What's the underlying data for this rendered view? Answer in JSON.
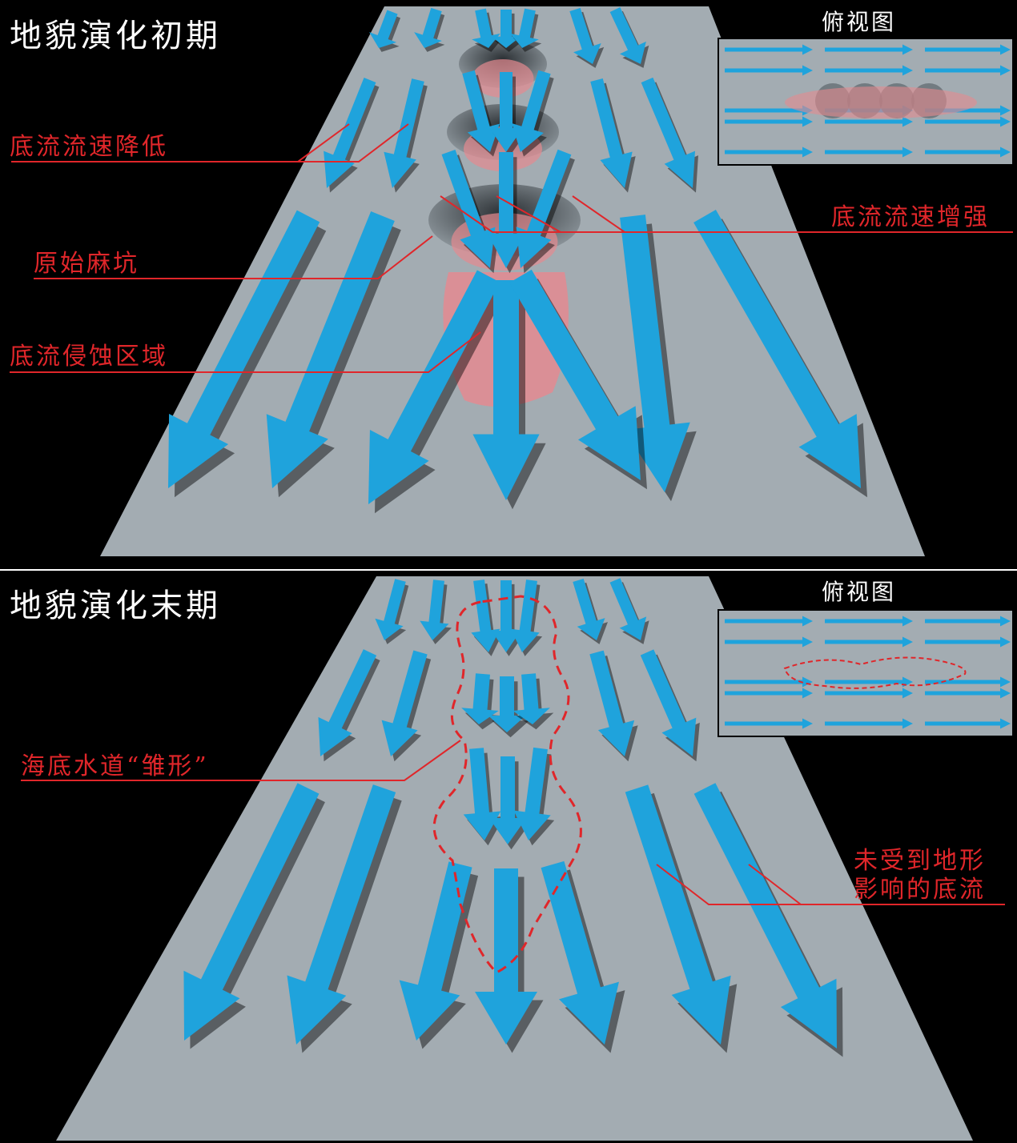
{
  "top_panel": {
    "title": "地貌演化初期",
    "inset_title": "俯视图",
    "labels": {
      "velocity_decrease": "底流流速降低",
      "velocity_increase": "底流流速增强",
      "original_pockmark": "原始麻坑",
      "erosion_zone": "底流侵蚀区域"
    }
  },
  "bottom_panel": {
    "title": "地貌演化末期",
    "inset_title": "俯视图",
    "labels": {
      "channel_embryo": "海底水道“雏形”",
      "unaffected_line1": "未受到地形",
      "unaffected_line2": "影响的底流"
    }
  },
  "colors": {
    "seabed": "#a3acb2",
    "arrow": "#1fa3dc",
    "erosion": "#e48a90",
    "annotation": "#e0262a",
    "background": "#000000"
  }
}
